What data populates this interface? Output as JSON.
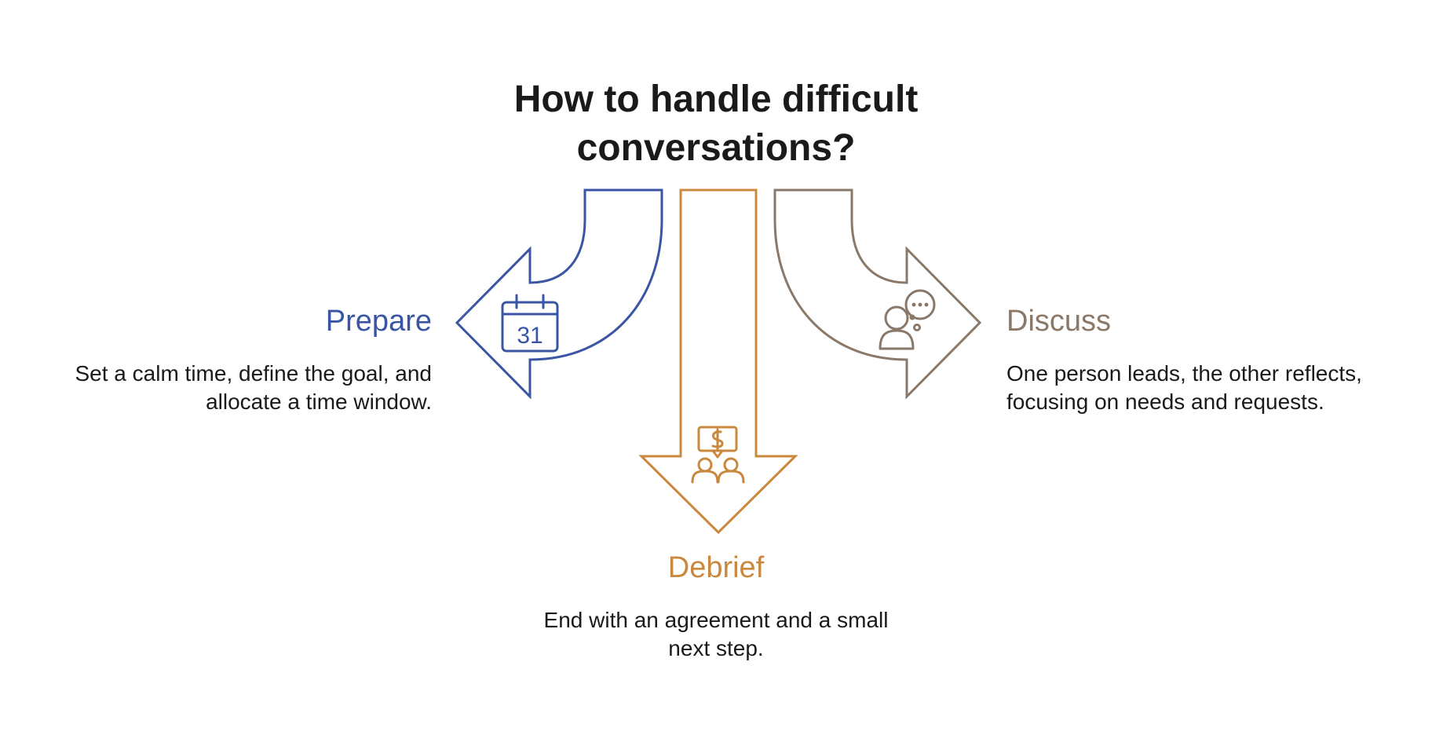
{
  "title": {
    "line1": "How to handle difficult",
    "line2": "conversations?"
  },
  "colors": {
    "prepare": "#3a55a4",
    "debrief": "#c9883e",
    "discuss": "#8a7868",
    "text": "#1a1a1a"
  },
  "steps": {
    "prepare": {
      "title": "Prepare",
      "desc_line1": "Set a calm time, define the goal, and",
      "desc_line2": "allocate a time window.",
      "icon": "calendar-icon",
      "icon_text": "31"
    },
    "debrief": {
      "title": "Debrief",
      "desc_line1": "End with an agreement and a small",
      "desc_line2": "next step.",
      "icon": "negotiation-icon"
    },
    "discuss": {
      "title": "Discuss",
      "desc_line1": "One person leads, the other reflects,",
      "desc_line2": "focusing on needs and requests.",
      "icon": "thinking-person-icon"
    }
  }
}
